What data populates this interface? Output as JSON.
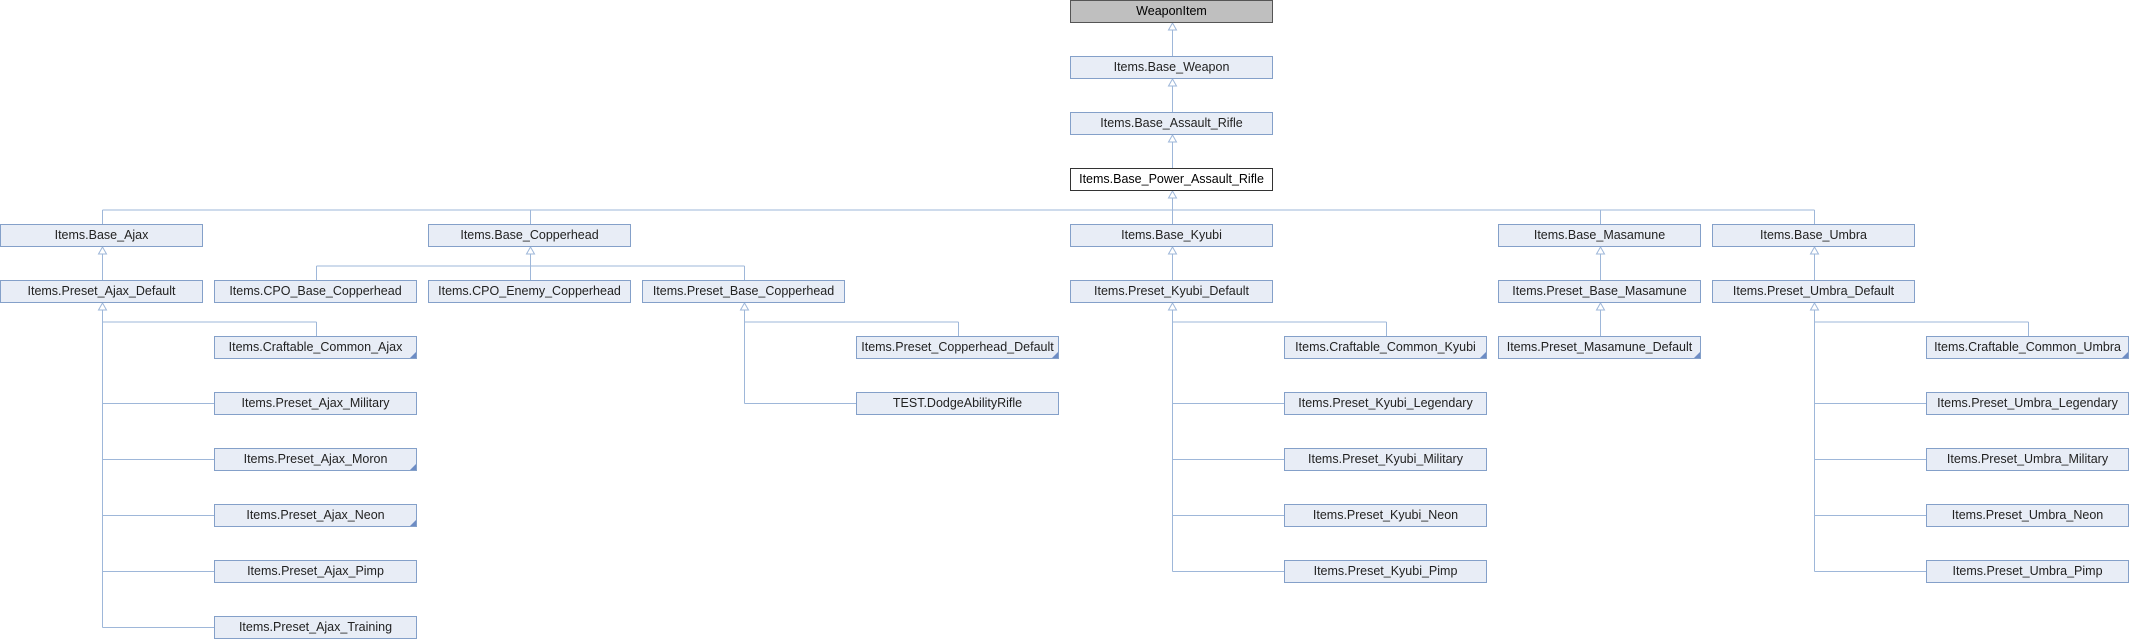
{
  "diagram": {
    "nodes": [
      {
        "id": "WeaponItem",
        "label": "WeaponItem",
        "kind": "root"
      },
      {
        "id": "Base_Weapon",
        "label": "Items.Base_Weapon"
      },
      {
        "id": "Base_Assault_Rifle",
        "label": "Items.Base_Assault_Rifle"
      },
      {
        "id": "Base_Power_Assault_Rifle",
        "label": "Items.Base_Power_Assault_Rifle",
        "kind": "current"
      },
      {
        "id": "Base_Ajax",
        "label": "Items.Base_Ajax"
      },
      {
        "id": "Base_Copperhead",
        "label": "Items.Base_Copperhead"
      },
      {
        "id": "Base_Kyubi",
        "label": "Items.Base_Kyubi"
      },
      {
        "id": "Base_Masamune",
        "label": "Items.Base_Masamune"
      },
      {
        "id": "Base_Umbra",
        "label": "Items.Base_Umbra"
      },
      {
        "id": "Preset_Ajax_Default",
        "label": "Items.Preset_Ajax_Default"
      },
      {
        "id": "CPO_Base_Copperhead",
        "label": "Items.CPO_Base_Copperhead"
      },
      {
        "id": "CPO_Enemy_Copperhead",
        "label": "Items.CPO_Enemy_Copperhead"
      },
      {
        "id": "Preset_Base_Copperhead",
        "label": "Items.Preset_Base_Copperhead"
      },
      {
        "id": "Preset_Kyubi_Default",
        "label": "Items.Preset_Kyubi_Default"
      },
      {
        "id": "Preset_Base_Masamune",
        "label": "Items.Preset_Base_Masamune"
      },
      {
        "id": "Preset_Umbra_Default",
        "label": "Items.Preset_Umbra_Default"
      },
      {
        "id": "Craftable_Common_Ajax",
        "label": "Items.Craftable_Common_Ajax",
        "more": true
      },
      {
        "id": "Preset_Ajax_Military",
        "label": "Items.Preset_Ajax_Military"
      },
      {
        "id": "Preset_Ajax_Moron",
        "label": "Items.Preset_Ajax_Moron",
        "more": true
      },
      {
        "id": "Preset_Ajax_Neon",
        "label": "Items.Preset_Ajax_Neon",
        "more": true
      },
      {
        "id": "Preset_Ajax_Pimp",
        "label": "Items.Preset_Ajax_Pimp"
      },
      {
        "id": "Preset_Ajax_Training",
        "label": "Items.Preset_Ajax_Training"
      },
      {
        "id": "Preset_Copperhead_Default",
        "label": "Items.Preset_Copperhead_Default",
        "more": true
      },
      {
        "id": "DodgeAbilityRifle",
        "label": "TEST.DodgeAbilityRifle"
      },
      {
        "id": "Craftable_Common_Kyubi",
        "label": "Items.Craftable_Common_Kyubi",
        "more": true
      },
      {
        "id": "Preset_Kyubi_Legendary",
        "label": "Items.Preset_Kyubi_Legendary"
      },
      {
        "id": "Preset_Kyubi_Military",
        "label": "Items.Preset_Kyubi_Military"
      },
      {
        "id": "Preset_Kyubi_Neon",
        "label": "Items.Preset_Kyubi_Neon"
      },
      {
        "id": "Preset_Kyubi_Pimp",
        "label": "Items.Preset_Kyubi_Pimp"
      },
      {
        "id": "Preset_Masamune_Default",
        "label": "Items.Preset_Masamune_Default",
        "more": true
      },
      {
        "id": "Craftable_Common_Umbra",
        "label": "Items.Craftable_Common_Umbra",
        "more": true
      },
      {
        "id": "Preset_Umbra_Legendary",
        "label": "Items.Preset_Umbra_Legendary"
      },
      {
        "id": "Preset_Umbra_Military",
        "label": "Items.Preset_Umbra_Military"
      },
      {
        "id": "Preset_Umbra_Neon",
        "label": "Items.Preset_Umbra_Neon"
      },
      {
        "id": "Preset_Umbra_Pimp",
        "label": "Items.Preset_Umbra_Pimp"
      }
    ],
    "edges": [
      [
        "WeaponItem",
        "Base_Weapon"
      ],
      [
        "Base_Weapon",
        "Base_Assault_Rifle"
      ],
      [
        "Base_Assault_Rifle",
        "Base_Power_Assault_Rifle"
      ],
      [
        "Base_Power_Assault_Rifle",
        "Base_Ajax"
      ],
      [
        "Base_Power_Assault_Rifle",
        "Base_Copperhead"
      ],
      [
        "Base_Power_Assault_Rifle",
        "Base_Kyubi"
      ],
      [
        "Base_Power_Assault_Rifle",
        "Base_Masamune"
      ],
      [
        "Base_Power_Assault_Rifle",
        "Base_Umbra"
      ],
      [
        "Base_Ajax",
        "Preset_Ajax_Default"
      ],
      [
        "Base_Copperhead",
        "CPO_Base_Copperhead"
      ],
      [
        "Base_Copperhead",
        "CPO_Enemy_Copperhead"
      ],
      [
        "Base_Copperhead",
        "Preset_Base_Copperhead"
      ],
      [
        "Base_Kyubi",
        "Preset_Kyubi_Default"
      ],
      [
        "Base_Masamune",
        "Preset_Base_Masamune"
      ],
      [
        "Base_Umbra",
        "Preset_Umbra_Default"
      ],
      [
        "Preset_Ajax_Default",
        "Craftable_Common_Ajax"
      ],
      [
        "Preset_Ajax_Default",
        "Preset_Ajax_Military"
      ],
      [
        "Preset_Ajax_Default",
        "Preset_Ajax_Moron"
      ],
      [
        "Preset_Ajax_Default",
        "Preset_Ajax_Neon"
      ],
      [
        "Preset_Ajax_Default",
        "Preset_Ajax_Pimp"
      ],
      [
        "Preset_Ajax_Default",
        "Preset_Ajax_Training"
      ],
      [
        "Preset_Base_Copperhead",
        "Preset_Copperhead_Default"
      ],
      [
        "Preset_Base_Copperhead",
        "DodgeAbilityRifle"
      ],
      [
        "Preset_Kyubi_Default",
        "Craftable_Common_Kyubi"
      ],
      [
        "Preset_Kyubi_Default",
        "Preset_Kyubi_Legendary"
      ],
      [
        "Preset_Kyubi_Default",
        "Preset_Kyubi_Military"
      ],
      [
        "Preset_Kyubi_Default",
        "Preset_Kyubi_Neon"
      ],
      [
        "Preset_Kyubi_Default",
        "Preset_Kyubi_Pimp"
      ],
      [
        "Preset_Base_Masamune",
        "Preset_Masamune_Default"
      ],
      [
        "Preset_Umbra_Default",
        "Craftable_Common_Umbra"
      ],
      [
        "Preset_Umbra_Default",
        "Preset_Umbra_Legendary"
      ],
      [
        "Preset_Umbra_Default",
        "Preset_Umbra_Military"
      ],
      [
        "Preset_Umbra_Default",
        "Preset_Umbra_Neon"
      ],
      [
        "Preset_Umbra_Default",
        "Preset_Umbra_Pimp"
      ]
    ]
  },
  "colors": {
    "edge": "#9eb7d9",
    "node_fill": "#e8edf6",
    "node_border": "#84a0c9",
    "root_fill": "#bfbfbf"
  }
}
